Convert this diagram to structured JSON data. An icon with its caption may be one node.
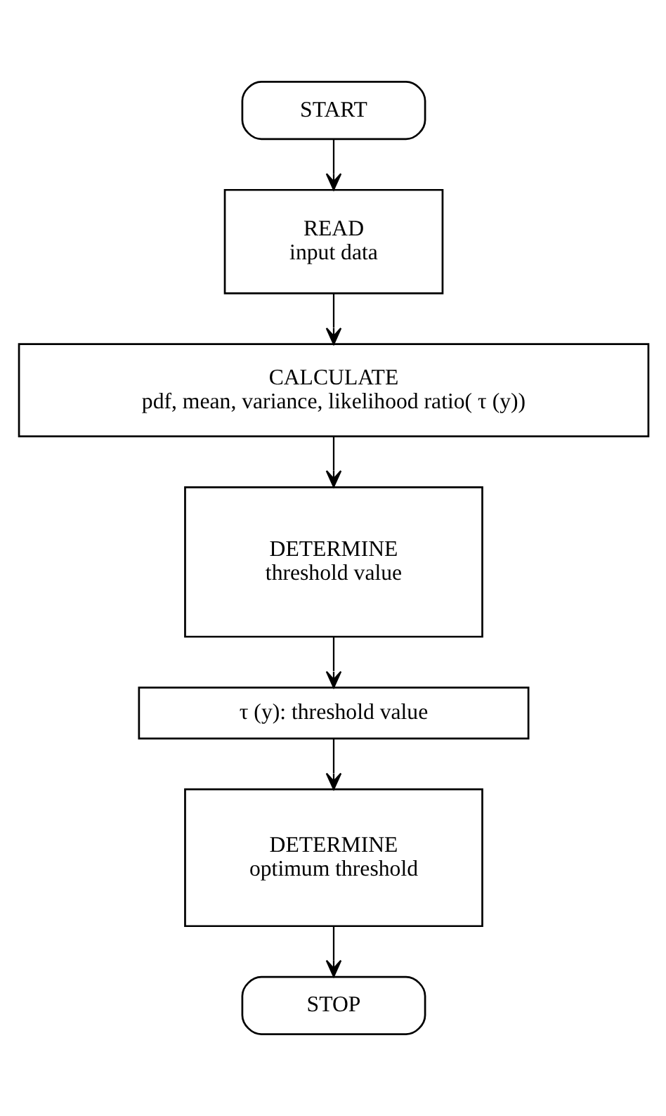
{
  "diagram": {
    "nodes": [
      {
        "text": [
          "START"
        ]
      },
      {
        "text": [
          "READ",
          "input data"
        ]
      },
      {
        "text": [
          "CALCULATE",
          "pdf, mean, variance, likelihood ratio( τ (y))"
        ]
      },
      {
        "text": [
          "DETERMINE",
          "threshold value"
        ]
      },
      {
        "text": [
          "τ (y): threshold value"
        ]
      },
      {
        "text": [
          "DETERMINE",
          "optimum threshold"
        ]
      },
      {
        "text": [
          "STOP"
        ]
      }
    ],
    "edges": [
      {
        "from": 0,
        "to": 1,
        "arrow": "to"
      },
      {
        "from": 1,
        "to": 2,
        "arrow": "to"
      },
      {
        "from": 2,
        "to": 3,
        "arrow": "to"
      },
      {
        "from": 3,
        "to": 4,
        "arrow": "to"
      },
      {
        "from": 4,
        "to": 5,
        "arrow": "to"
      },
      {
        "from": 5,
        "to": 6,
        "arrow": "to"
      }
    ]
  }
}
